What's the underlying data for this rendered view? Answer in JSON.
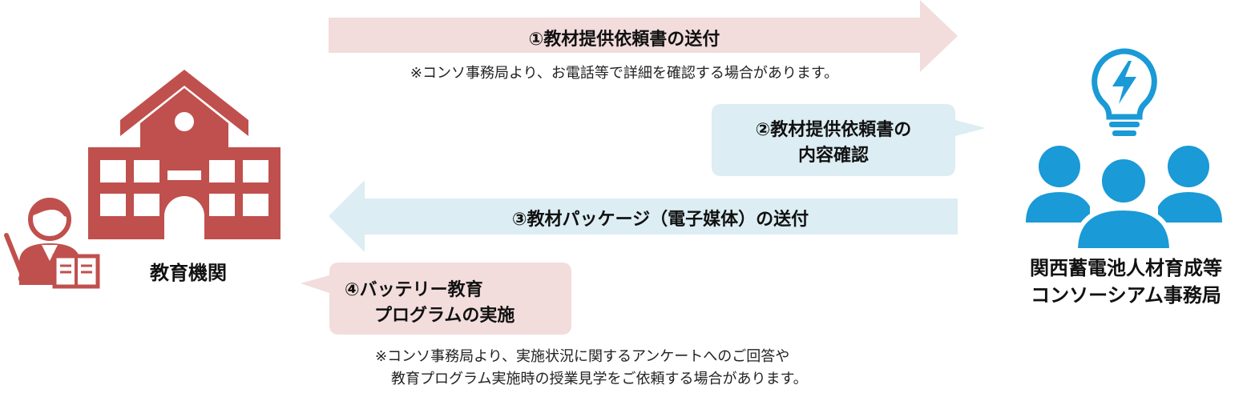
{
  "colors": {
    "school": "#c0504d",
    "consortium": "#1a9ad6",
    "pink_fill": "#f2dcdc",
    "blue_fill": "#dcedf3"
  },
  "left_entity": {
    "label": "教育機関",
    "icons": [
      "school-building-icon",
      "teacher-icon"
    ]
  },
  "right_entity": {
    "label_line1": "関西蓄電池人材育成等",
    "label_line2": "コンソーシアム事務局",
    "icons": [
      "lightbulb-icon",
      "group-people-icon"
    ]
  },
  "steps": {
    "step1": {
      "label": "①教材提供依頼書の送付",
      "note": "※コンソ事務局より、お電話等で詳細を確認する場合があります。"
    },
    "step2": {
      "line1": "②教材提供依頼書の",
      "line2": "内容確認"
    },
    "step3": {
      "label": "③教材パッケージ（電子媒体）の送付"
    },
    "step4": {
      "line1": "④バッテリー教育",
      "line2": "プログラムの実施",
      "note_line1": "※コンソ事務局より、実施状況に関するアンケートへのご回答や",
      "note_line2": "教育プログラム実施時の授業見学をご依頼する場合があります。"
    }
  }
}
